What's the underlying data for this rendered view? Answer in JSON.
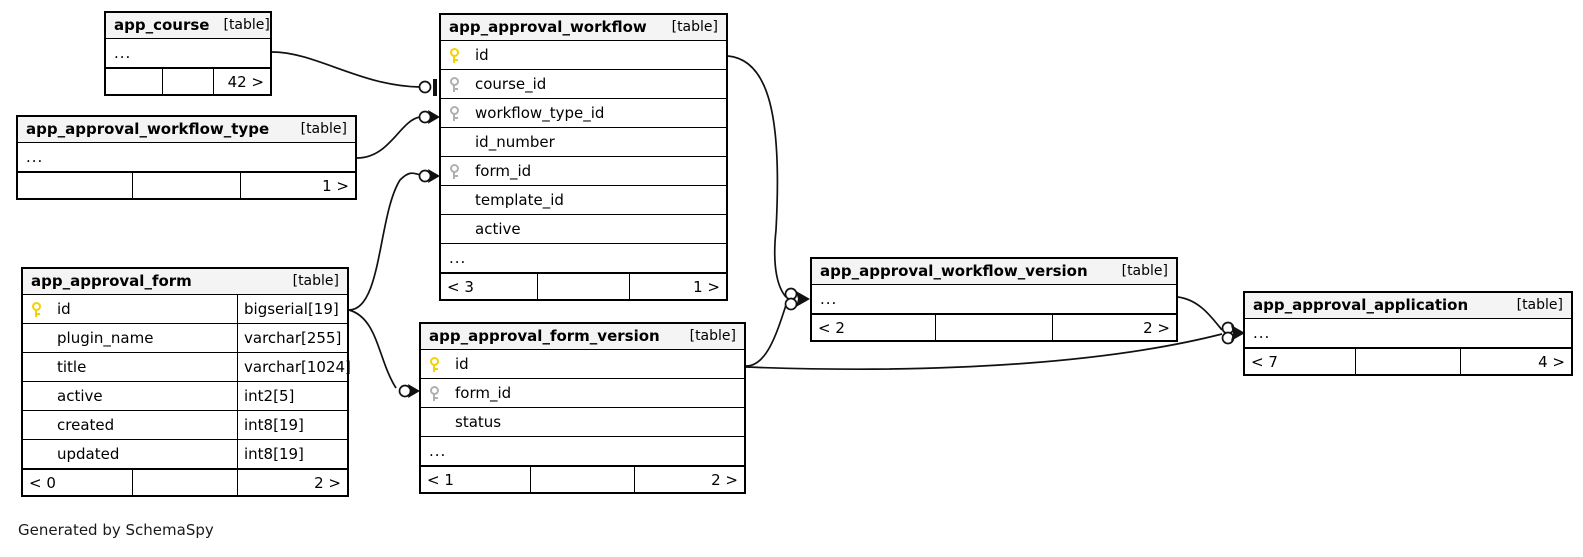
{
  "diagram": {
    "credit": "Generated by SchemaSpy",
    "table_tag": "[table]",
    "ellipsis": "...",
    "colors": {
      "primary_key": "#f2d200",
      "foreign_key": "#b0b0b0",
      "header_bg": "#f4f4f4",
      "border": "#000000"
    }
  },
  "tables": [
    {
      "id": "app_course",
      "name": "app_course",
      "tag": "[table]",
      "rows": [
        {
          "name": "...",
          "type": "",
          "key": "none",
          "ellipsis": true
        }
      ],
      "footer": {
        "left": "",
        "mid": "",
        "right": "42 >"
      }
    },
    {
      "id": "app_approval_workflow_type",
      "name": "app_approval_workflow_type",
      "tag": "[table]",
      "rows": [
        {
          "name": "...",
          "type": "",
          "key": "none",
          "ellipsis": true
        }
      ],
      "footer": {
        "left": "",
        "mid": "",
        "right": "1 >"
      }
    },
    {
      "id": "app_approval_workflow",
      "name": "app_approval_workflow",
      "tag": "[table]",
      "rows": [
        {
          "name": "id",
          "type": "",
          "key": "primary"
        },
        {
          "name": "course_id",
          "type": "",
          "key": "foreign"
        },
        {
          "name": "workflow_type_id",
          "type": "",
          "key": "foreign"
        },
        {
          "name": "id_number",
          "type": "",
          "key": "none"
        },
        {
          "name": "form_id",
          "type": "",
          "key": "foreign"
        },
        {
          "name": "template_id",
          "type": "",
          "key": "none"
        },
        {
          "name": "active",
          "type": "",
          "key": "none"
        },
        {
          "name": "...",
          "type": "",
          "key": "none",
          "ellipsis": true
        }
      ],
      "footer": {
        "left": "< 3",
        "mid": "",
        "right": "1 >"
      }
    },
    {
      "id": "app_approval_form",
      "name": "app_approval_form",
      "tag": "[table]",
      "rows": [
        {
          "name": "id",
          "type": "bigserial[19]",
          "key": "primary"
        },
        {
          "name": "plugin_name",
          "type": "varchar[255]",
          "key": "none"
        },
        {
          "name": "title",
          "type": "varchar[1024]",
          "key": "none"
        },
        {
          "name": "active",
          "type": "int2[5]",
          "key": "none"
        },
        {
          "name": "created",
          "type": "int8[19]",
          "key": "none"
        },
        {
          "name": "updated",
          "type": "int8[19]",
          "key": "none"
        }
      ],
      "footer": {
        "left": "< 0",
        "mid": "",
        "right": "2 >"
      }
    },
    {
      "id": "app_approval_form_version",
      "name": "app_approval_form_version",
      "tag": "[table]",
      "rows": [
        {
          "name": "id",
          "type": "",
          "key": "primary"
        },
        {
          "name": "form_id",
          "type": "",
          "key": "foreign"
        },
        {
          "name": "status",
          "type": "",
          "key": "none"
        },
        {
          "name": "...",
          "type": "",
          "key": "none",
          "ellipsis": true
        }
      ],
      "footer": {
        "left": "< 1",
        "mid": "",
        "right": "2 >"
      }
    },
    {
      "id": "app_approval_workflow_version",
      "name": "app_approval_workflow_version",
      "tag": "[table]",
      "rows": [
        {
          "name": "...",
          "type": "",
          "key": "none",
          "ellipsis": true
        }
      ],
      "footer": {
        "left": "< 2",
        "mid": "",
        "right": "2 >"
      }
    },
    {
      "id": "app_approval_application",
      "name": "app_approval_application",
      "tag": "[table]",
      "rows": [
        {
          "name": "...",
          "type": "",
          "key": "none",
          "ellipsis": true
        }
      ],
      "footer": {
        "left": "< 7",
        "mid": "",
        "right": "4 >"
      }
    }
  ],
  "relationships": [
    {
      "from": "app_course",
      "to": "app_approval_workflow.course_id",
      "end": "one"
    },
    {
      "from": "app_approval_workflow_type",
      "to": "app_approval_workflow.workflow_type_id",
      "end": "many"
    },
    {
      "from": "app_approval_form.id",
      "to": "app_approval_workflow.form_id",
      "end": "many"
    },
    {
      "from": "app_approval_form.id",
      "to": "app_approval_form_version.form_id",
      "end": "many"
    },
    {
      "from": "app_approval_workflow.id",
      "to": "app_approval_workflow_version",
      "end": "many"
    },
    {
      "from": "app_approval_form_version.id",
      "to": "app_approval_workflow_version",
      "end": "many"
    },
    {
      "from": "app_approval_form_version.id",
      "to": "app_approval_application",
      "end": "many"
    },
    {
      "from": "app_approval_workflow_version",
      "to": "app_approval_application",
      "end": "many"
    }
  ]
}
